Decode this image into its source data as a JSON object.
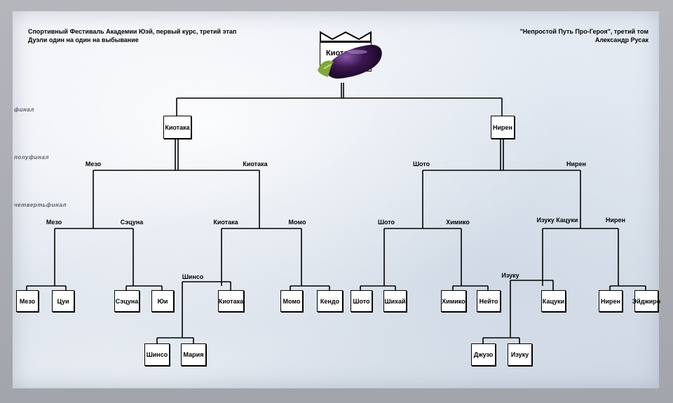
{
  "header": {
    "left_line1": "Спортивный Фестиваль Академии Юэй, первый курс, третий этап",
    "left_line2": "Дуэли один на один на выбывание",
    "right_line1": "\"Непростой Путь Про-Героя\", третий том",
    "right_line2": "Александр Русак"
  },
  "stages": {
    "final": "финал",
    "semifinal": "полуфинал",
    "quarterfinal": "четвертьфинал"
  },
  "champion": {
    "name": "Киотака",
    "image": "eggplant-icon"
  },
  "final_boxes": {
    "left": "Киотака",
    "right": "Нирен"
  },
  "semifinal_labels": {
    "a": "Мезо",
    "b": "Киотака",
    "c": "Шото",
    "d": "Нирен"
  },
  "quarterfinal_labels": {
    "a": "Мезо",
    "b": "Сэцуна",
    "c": "Киотака",
    "d": "Момо",
    "e": "Шото",
    "f": "Химико",
    "g": "Изуку  Кацуки",
    "h": "Нирен"
  },
  "round2_labels": {
    "shinso": "Шинсо",
    "izuku": "Изуку"
  },
  "first_round": {
    "mezo": "Мезо",
    "tsuyu": "Цуи",
    "setsuna": "Сэцуна",
    "yui": "Юи",
    "kiotaka": "Киотака",
    "momo": "Момо",
    "kendo": "Кендо",
    "shoto": "Шото",
    "shihai": "Шихай",
    "himiko": "Химико",
    "neito": "Нейто",
    "katsuki": "Кацуки",
    "niren": "Нирен",
    "eijiro": "Эйджиро",
    "shinso": "Шинсо",
    "maria": "Мария",
    "juzo": "Джузо",
    "izuku": "Изуку"
  },
  "colors": {
    "line": "#000000",
    "box_bg": "#ffffff",
    "frame": "#a4a7ad"
  }
}
